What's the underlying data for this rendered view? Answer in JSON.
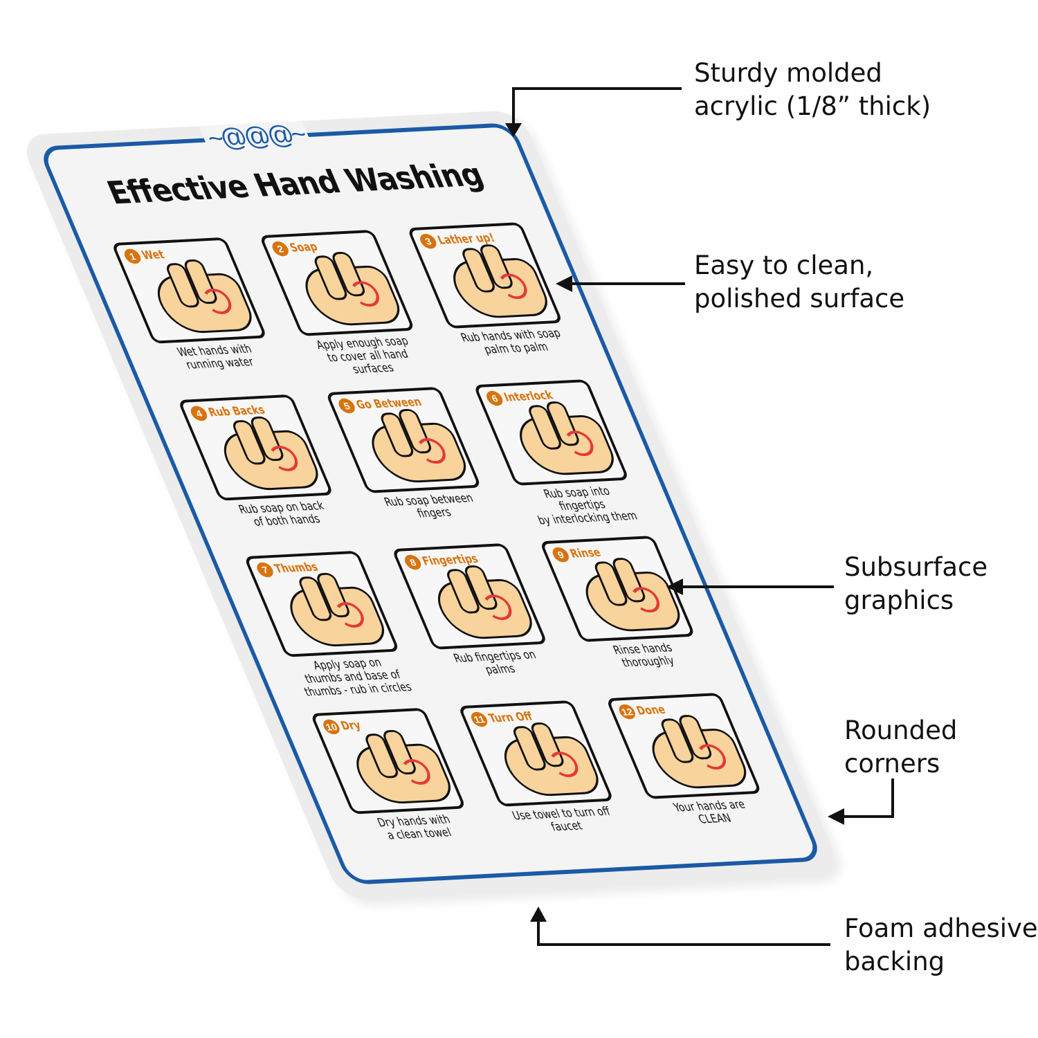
{
  "sign": {
    "title": "Effective Hand Washing",
    "ornament": "~@@@~",
    "steps": [
      {
        "number": "1",
        "heading": "Wet",
        "caption": "Wet hands with\nrunning water"
      },
      {
        "number": "2",
        "heading": "Soap",
        "caption": "Apply enough soap\nto cover all hand\nsurfaces"
      },
      {
        "number": "3",
        "heading": "Lather up!",
        "caption": "Rub hands with soap\npalm to palm"
      },
      {
        "number": "4",
        "heading": "Rub Backs",
        "caption": "Rub soap on back\nof both hands"
      },
      {
        "number": "5",
        "heading": "Go Between",
        "caption": "Rub soap between\nfingers"
      },
      {
        "number": "6",
        "heading": "Interlock",
        "caption": "Rub soap into fingertips\nby interlocking them"
      },
      {
        "number": "7",
        "heading": "Thumbs",
        "caption": "Apply soap on\nthumbs and base of\nthumbs - rub in circles"
      },
      {
        "number": "8",
        "heading": "Fingertips",
        "caption": "Rub fingertips on\npalms"
      },
      {
        "number": "9",
        "heading": "Rinse",
        "caption": "Rinse hands\nthoroughly"
      },
      {
        "number": "10",
        "heading": "Dry",
        "caption": "Dry hands with\na clean towel"
      },
      {
        "number": "11",
        "heading": "Turn Off",
        "caption": "Use towel to turn off\nfaucet"
      },
      {
        "number": "12",
        "heading": "Done",
        "caption": "Your hands are\nCLEAN"
      }
    ]
  },
  "callouts": {
    "acrylic": "Sturdy molded\nacrylic (1/8” thick)",
    "surface": "Easy to clean,\npolished surface",
    "graphics": "Subsurface\ngraphics",
    "corners": "Rounded\ncorners",
    "backing": "Foam adhesive\nbacking"
  },
  "colors": {
    "border": "#1a5aa6",
    "accent": "#d9730d",
    "skin": "#f8d39c",
    "arrow": "#e53935"
  }
}
